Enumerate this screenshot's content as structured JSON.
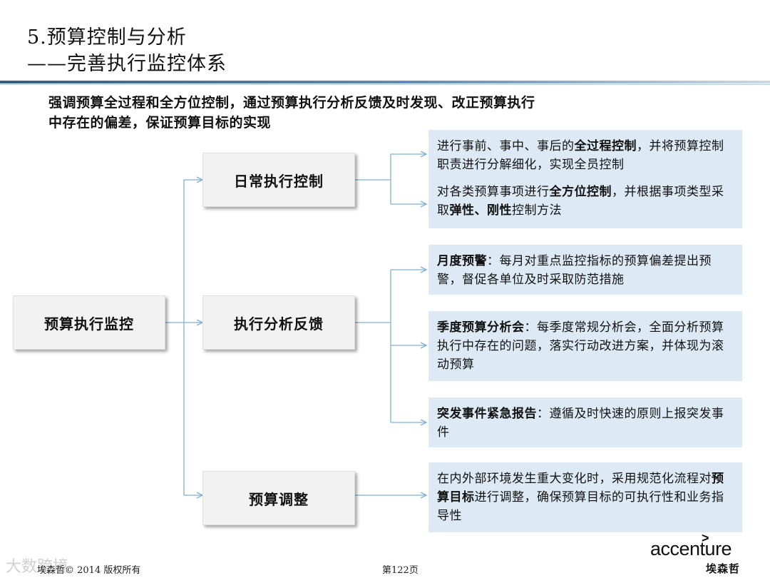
{
  "title": {
    "line1": "5.预算控制与分析",
    "line2": "——完善执行监控体系"
  },
  "intro": {
    "line1": "强调预算全过程和全方位控制，通过预算执行分析反馈及时发现、改正预算执行",
    "line2": "中存在的偏差，保证预算目标的实现"
  },
  "root": "预算执行监控",
  "branches": {
    "daily": "日常执行控制",
    "analysis": "执行分析反馈",
    "adjust": "预算调整"
  },
  "details": {
    "daily_1": {
      "pre": "进行事前、事中、事后的",
      "bold": "全过程控制",
      "post": "，并将预算控制职责进行分解细化，实现全员控制"
    },
    "daily_2": {
      "pre": "对各类预算事项进行",
      "bold": "全方位控制",
      "mid": "，并根据事项类型采取",
      "bold2": "弹性、刚性",
      "post": "控制方法"
    },
    "monthly": {
      "bold": "月度预警",
      "post": "：每月对重点监控指标的预算偏差提出预警，督促各单位及时采取防范措施"
    },
    "quarterly": {
      "bold": "季度预算分析会",
      "post": "：每季度常规分析会，全面分析预算执行中存在的问题，落实行动改进方案，并体现为滚动预算"
    },
    "emergency": {
      "bold": "突发事件紧急报告",
      "post": "：遵循及时快速的原则上报突发事件"
    },
    "adjust": {
      "pre": "在内外部环境发生重大变化时，采用规范化流程对",
      "bold": "预算目标",
      "post": "进行调整，确保预算目标的可执行性和业务指导性"
    }
  },
  "footer": {
    "copyright": "埃森哲© 2014 版权所有",
    "page": "第122页",
    "watermark": "大数跨境"
  },
  "logo": {
    "word": "accenture",
    "mark": ">",
    "cn": "埃森哲"
  },
  "colors": {
    "connector": "#7fb0d6",
    "box_fill": "#ddeaf5",
    "node_fill": "#f2f2f2",
    "rule": "#2f5d8c"
  }
}
